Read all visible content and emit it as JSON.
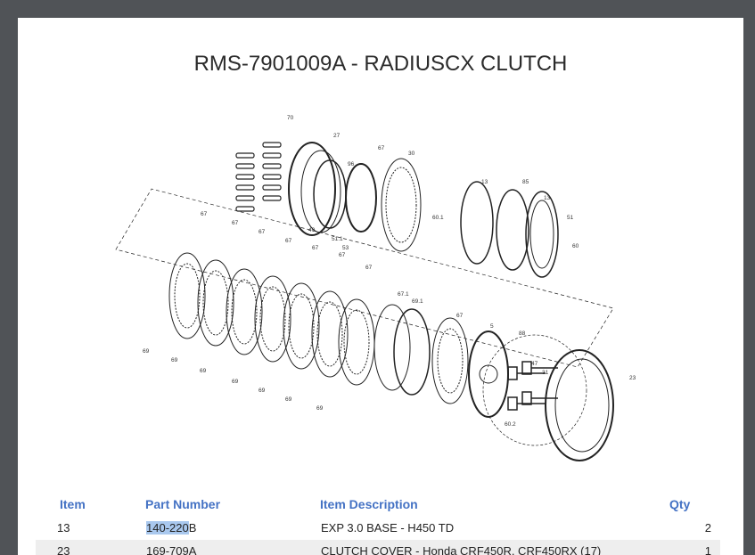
{
  "document": {
    "title": "RMS-7901009A - RADIUSCX CLUTCH"
  },
  "diagram": {
    "callouts": [
      "70",
      "27",
      "96",
      "67",
      "30",
      "40",
      "51.1",
      "53",
      "13",
      "85",
      "13",
      "51",
      "60.1",
      "60",
      "67",
      "67",
      "67",
      "67",
      "67",
      "67",
      "67",
      "67.1",
      "69.1",
      "67",
      "5",
      "88",
      "47",
      "31",
      "23",
      "60.2",
      "69",
      "69",
      "69",
      "69",
      "69",
      "69",
      "69"
    ]
  },
  "table": {
    "headers": {
      "item": "Item",
      "part_number": "Part Number",
      "description": "Item Description",
      "qty": "Qty"
    },
    "rows": [
      {
        "item": "13",
        "part_highlight": "140-220",
        "part_rest": "B",
        "description": "EXP 3.0 BASE - H450 TD",
        "qty": "2"
      },
      {
        "item": "23",
        "part_highlight": "",
        "part_rest": "169-709A",
        "description": "CLUTCH COVER - Honda CRF450R, CRF450RX (17)",
        "qty": "1"
      }
    ]
  },
  "colors": {
    "header": "#4472c4",
    "highlight": "#a9c8ee",
    "frame": "#505357"
  }
}
